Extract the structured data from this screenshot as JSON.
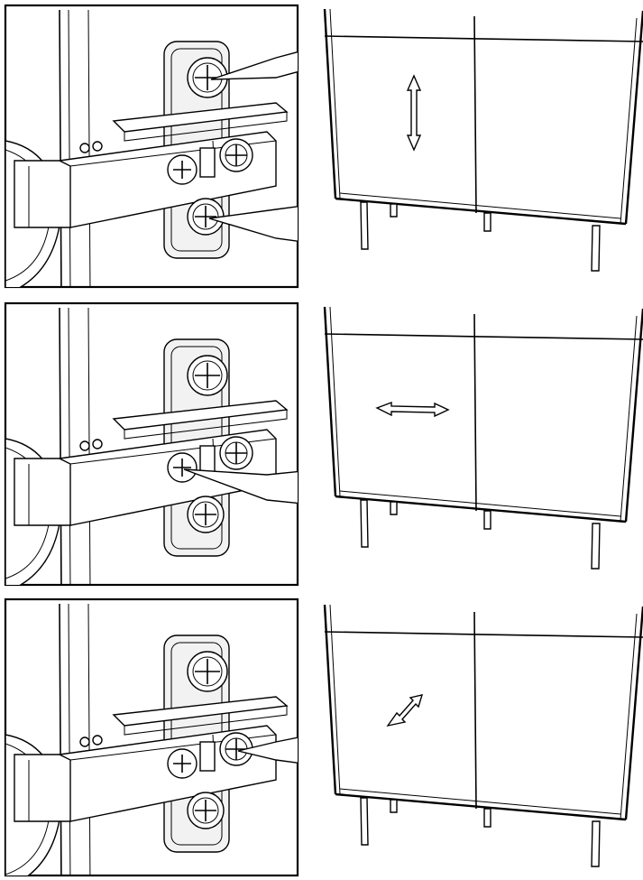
{
  "figure": {
    "steps": [
      {
        "adjustment": "vertical",
        "screw": "mounting-plate"
      },
      {
        "adjustment": "lateral",
        "screw": "side"
      },
      {
        "adjustment": "depth",
        "screw": "depth"
      }
    ]
  },
  "colors": {
    "line": "#000000",
    "background": "#ffffff",
    "fill": "#f2f2f2"
  }
}
